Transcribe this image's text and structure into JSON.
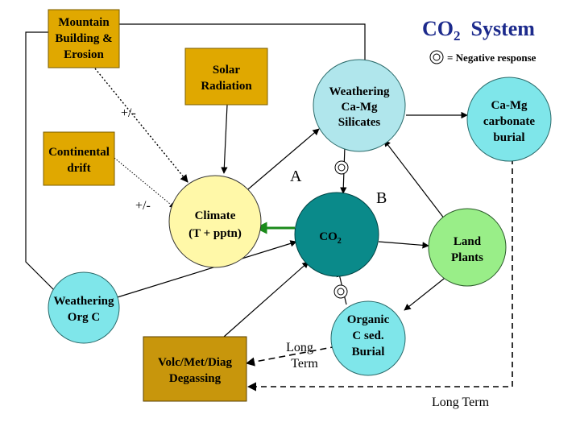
{
  "title": {
    "main": "CO",
    "subscript": "2",
    "rest": "  System"
  },
  "legend": {
    "symbol": "double-circle-icon",
    "text": "= Negative response"
  },
  "colors": {
    "box_fill": "#e0a800",
    "box_fill_dark": "#c8960c",
    "box_stroke": "#7a5c00",
    "cyan_fill": "#7fe6ea",
    "light_cyan_fill": "#b0e6ec",
    "co2_fill": "#0a8a8a",
    "climate_fill": "#fff8a8",
    "plants_fill": "#99ee88",
    "green_arrow": "#1a8a1a",
    "title_color": "#1c2a8c"
  },
  "nodes": {
    "mountain": {
      "lines": [
        "Mountain",
        "Building &",
        "Erosion"
      ]
    },
    "solar": {
      "lines": [
        "Solar",
        "Radiation"
      ]
    },
    "continental": {
      "lines": [
        "Continental",
        "drift"
      ]
    },
    "volc": {
      "lines": [
        "Volc/Met/Diag",
        "Degassing"
      ]
    },
    "weathering_silicates": {
      "lines": [
        "Weathering",
        "Ca-Mg",
        "Silicates"
      ]
    },
    "carbonate_burial": {
      "lines": [
        "Ca-Mg",
        "carbonate",
        "burial"
      ]
    },
    "climate": {
      "lines": [
        "Climate",
        "(T + pptn)"
      ]
    },
    "co2": {
      "main": "CO",
      "sub": "2"
    },
    "land_plants": {
      "lines": [
        "Land",
        "Plants"
      ]
    },
    "weathering_org": {
      "lines": [
        "Weathering",
        "Org C"
      ]
    },
    "organic_burial": {
      "lines": [
        "Organic",
        "C sed.",
        "Burial"
      ]
    }
  },
  "labels": {
    "pm1": "+/-",
    "pm2": "+/-",
    "A": "A",
    "B": "B",
    "long_term_1": [
      "Long",
      "Term"
    ],
    "long_term_2": "Long Term"
  }
}
